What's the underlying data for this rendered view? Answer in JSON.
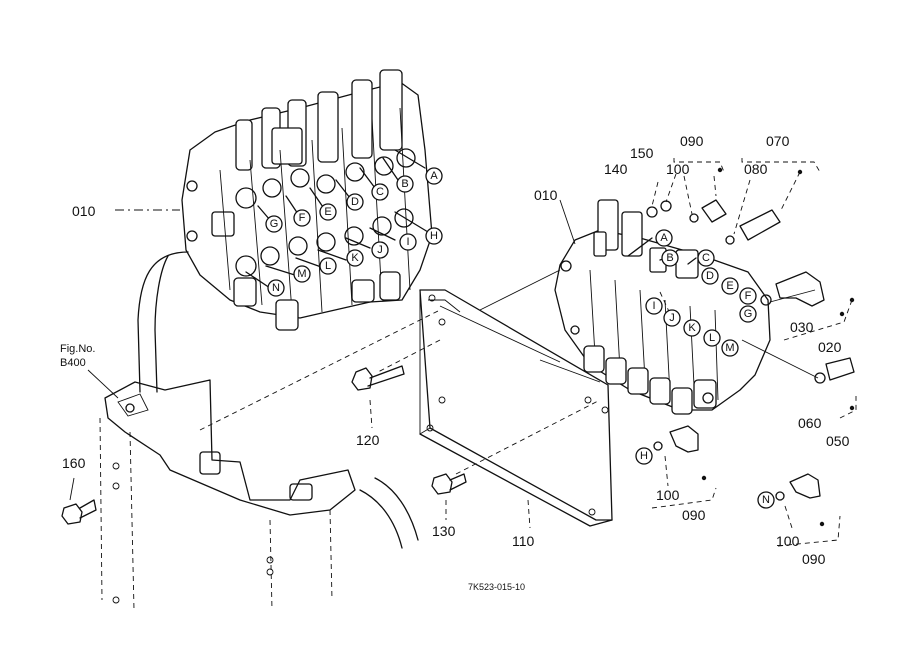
{
  "part_numbers": {
    "p010_left": "010",
    "p010_right": "010",
    "p020": "020",
    "p030": "030",
    "p050": "050",
    "p060": "060",
    "p070": "070",
    "p080": "080",
    "p090_top": "090",
    "p090_mid": "090",
    "p090_bottom": "090",
    "p100_top": "100",
    "p100_mid": "100",
    "p100_bottom": "100",
    "p110": "110",
    "p120": "120",
    "p130": "130",
    "p140": "140",
    "p150": "150",
    "p160": "160"
  },
  "figure_reference": {
    "line1": "Fig.No.",
    "line2": "B400"
  },
  "port_letters": {
    "A": "A",
    "B": "B",
    "C": "C",
    "D": "D",
    "E": "E",
    "F": "F",
    "G": "G",
    "H": "H",
    "I": "I",
    "J": "J",
    "K": "K",
    "L": "L",
    "M": "M",
    "N": "N"
  },
  "drawing_code": "7K523-015-10"
}
